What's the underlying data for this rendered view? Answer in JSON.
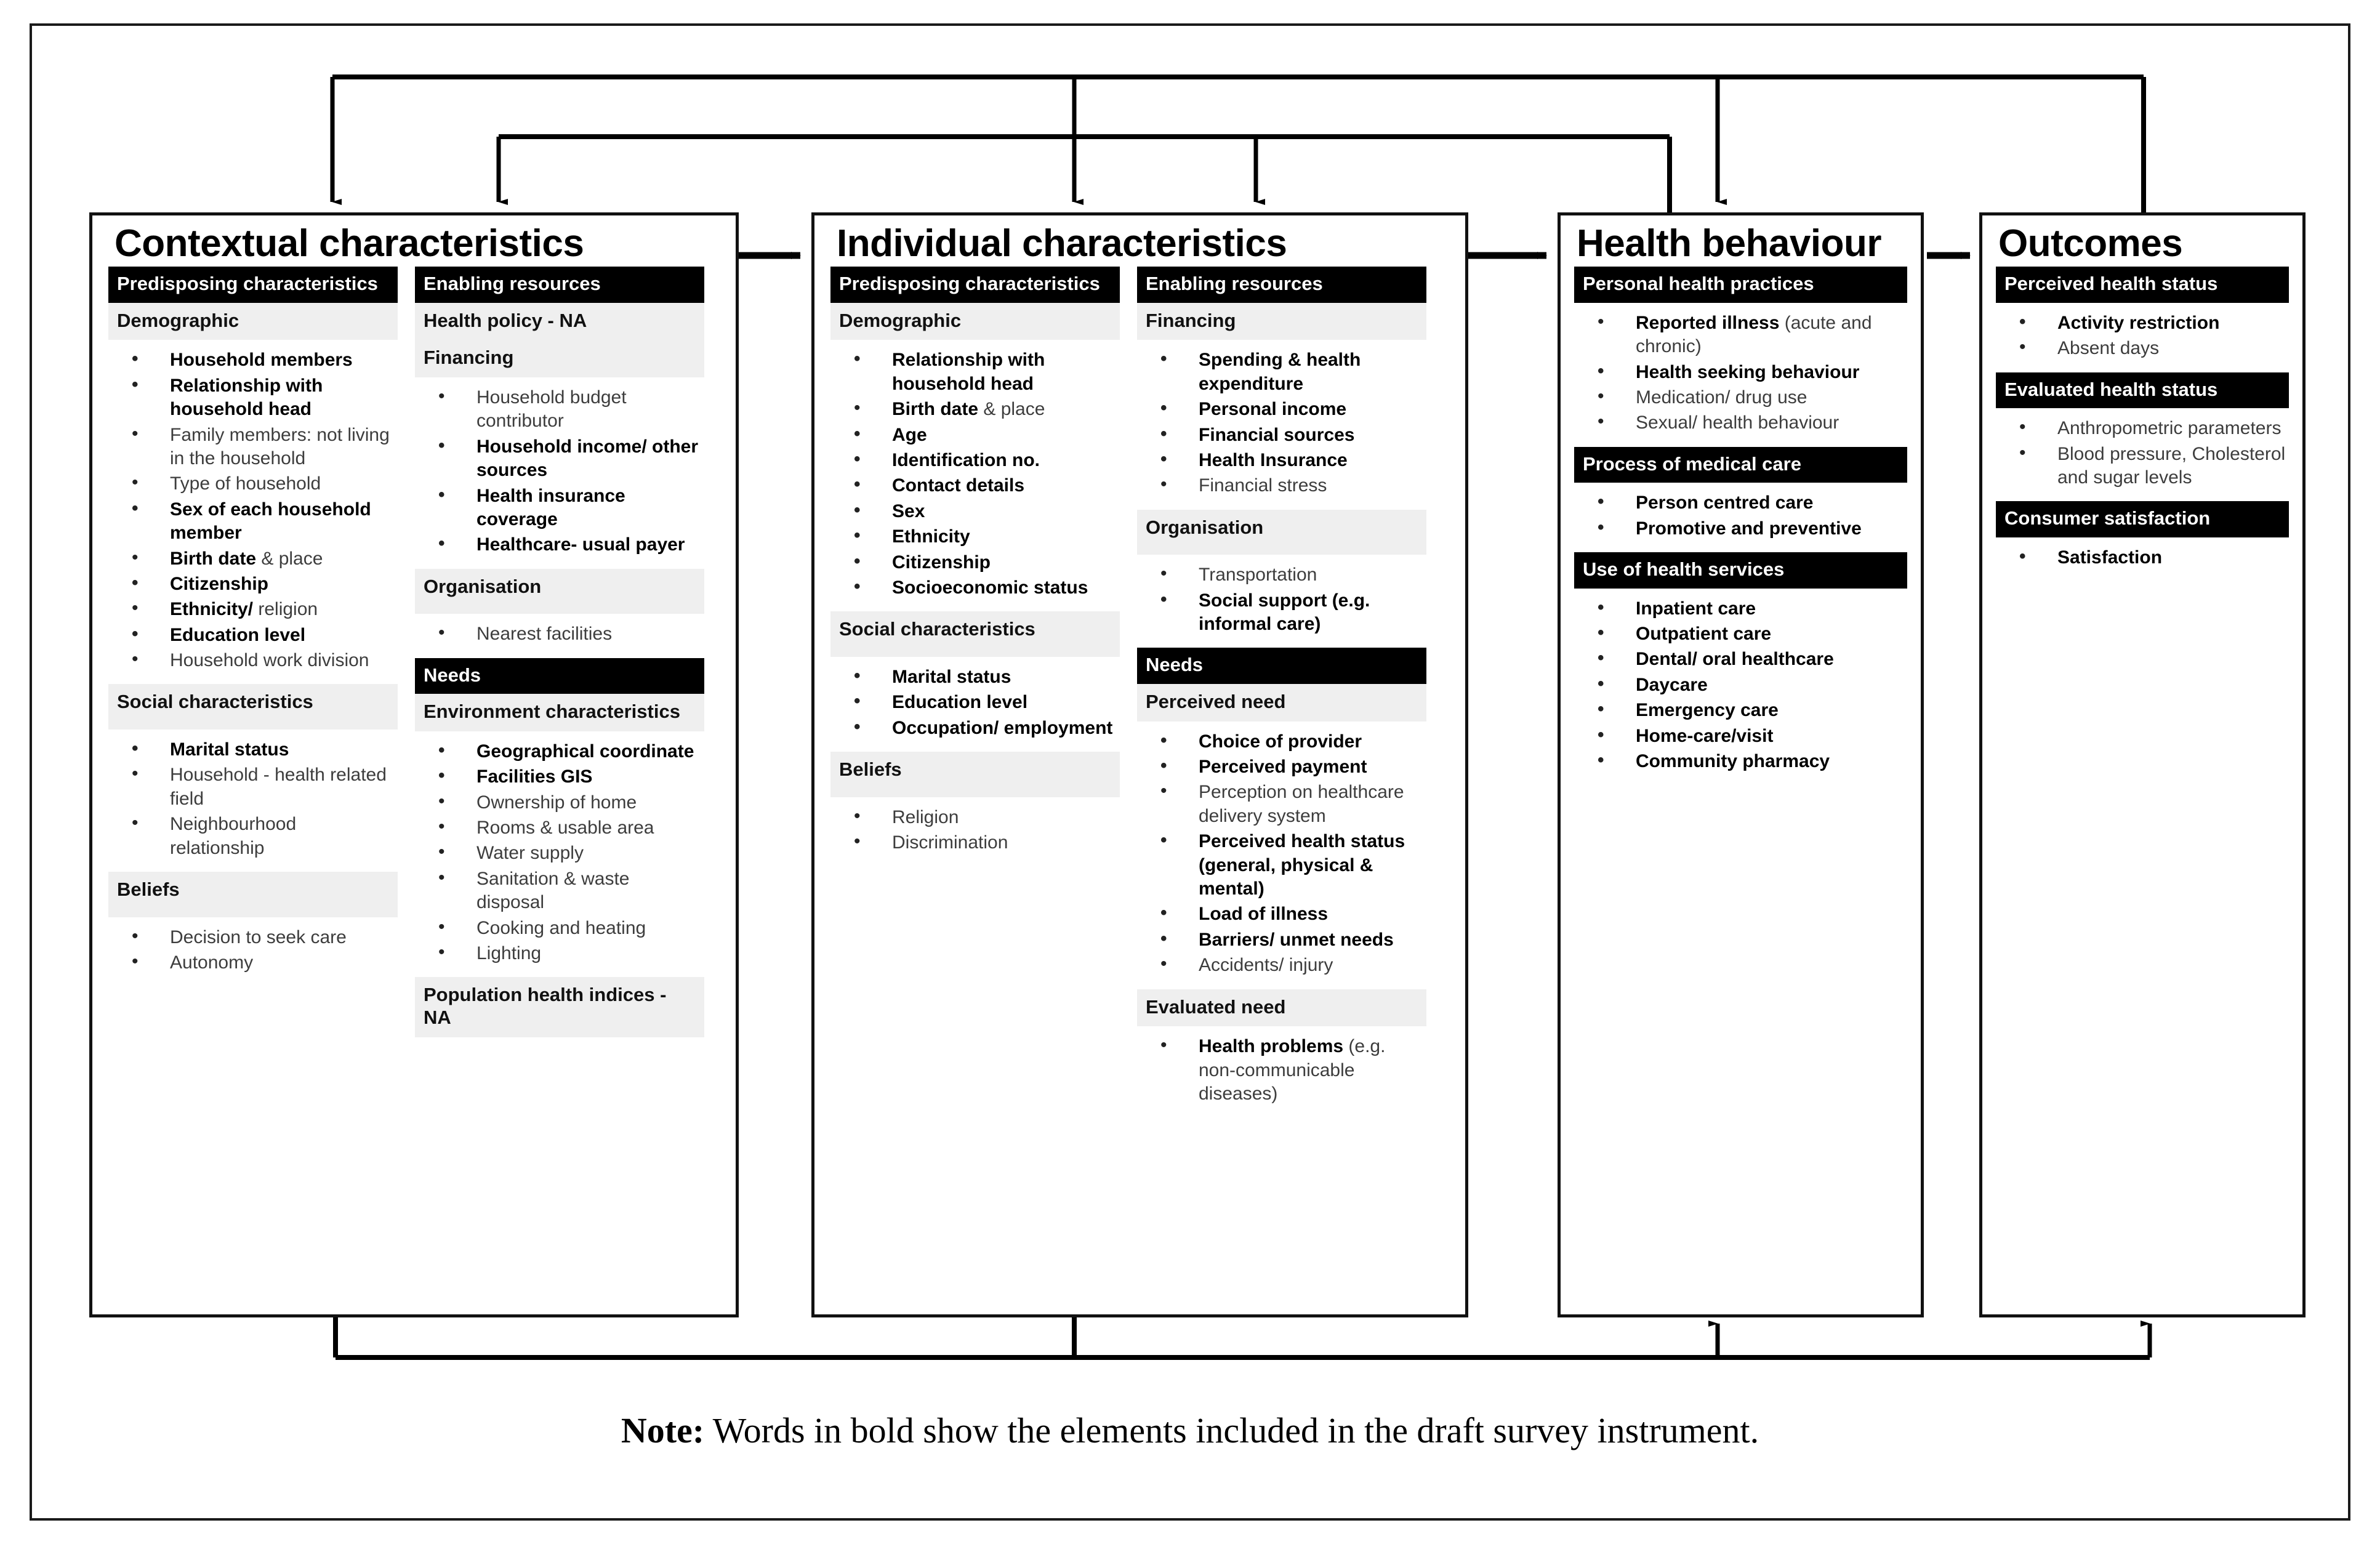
{
  "diagram": {
    "note_label": "Note:",
    "note_text": " Words in bold show the elements included in the draft survey instrument.",
    "boxes": [
      {
        "title": "Contextual characteristics",
        "columns": [
          {
            "sections": [
              {
                "header": "Predisposing characteristics",
                "style": "black"
              },
              {
                "header": "Demographic",
                "style": "grey",
                "items": [
                  {
                    "text": "Household members",
                    "bold": true
                  },
                  {
                    "text": "Relationship with household head",
                    "bold": true
                  },
                  {
                    "text": "Family members: not living in the household",
                    "bold": false
                  },
                  {
                    "text": "Type of household",
                    "bold": false
                  },
                  {
                    "text": "Sex of each household member",
                    "bold": true
                  },
                  {
                    "text": "Birth date & place",
                    "bold": true,
                    "bold_part": "Birth date",
                    "norm_part": " & place"
                  },
                  {
                    "text": "Citizenship",
                    "bold": true
                  },
                  {
                    "text": "Ethnicity/ religion",
                    "bold": true,
                    "bold_part": "Ethnicity/",
                    "norm_part": " religion"
                  },
                  {
                    "text": "Education level",
                    "bold": true
                  },
                  {
                    "text": "Household work division",
                    "bold": false
                  }
                ]
              },
              {
                "header": "Social characteristics",
                "style": "grey",
                "items": [
                  {
                    "text": "Marital status",
                    "bold": true
                  },
                  {
                    "text": "Household - health related field",
                    "bold": false
                  },
                  {
                    "text": "Neighbourhood relationship",
                    "bold": false
                  }
                ]
              },
              {
                "header": "Beliefs",
                "style": "grey",
                "items": [
                  {
                    "text": "Decision to seek care",
                    "bold": false
                  },
                  {
                    "text": "Autonomy",
                    "bold": false
                  }
                ]
              }
            ]
          },
          {
            "sections": [
              {
                "header": "Enabling resources",
                "style": "black"
              },
              {
                "header": "Health policy - NA",
                "style": "grey"
              },
              {
                "header": "Financing",
                "style": "grey",
                "items": [
                  {
                    "text": "Household budget contributor",
                    "bold": false
                  },
                  {
                    "text": "Household income/ other sources",
                    "bold": true
                  },
                  {
                    "text": "Health insurance coverage",
                    "bold": true
                  },
                  {
                    "text": "Healthcare- usual payer",
                    "bold": true
                  }
                ]
              },
              {
                "header": "Organisation",
                "style": "grey",
                "items": [
                  {
                    "text": "Nearest facilities",
                    "bold": false
                  }
                ]
              },
              {
                "header": "Needs",
                "style": "black"
              },
              {
                "header": "Environment characteristics",
                "style": "grey",
                "items": [
                  {
                    "text": "Geographical coordinate",
                    "bold": true
                  },
                  {
                    "text": "Facilities GIS",
                    "bold": true
                  },
                  {
                    "text": "Ownership of home",
                    "bold": false
                  },
                  {
                    "text": "Rooms & usable area",
                    "bold": false
                  },
                  {
                    "text": "Water supply",
                    "bold": false
                  },
                  {
                    "text": "Sanitation & waste disposal",
                    "bold": false
                  },
                  {
                    "text": "Cooking and heating",
                    "bold": false
                  },
                  {
                    "text": "Lighting",
                    "bold": false
                  }
                ]
              },
              {
                "header": "Population health indices - NA",
                "style": "grey"
              }
            ]
          }
        ]
      },
      {
        "title": "Individual characteristics",
        "columns": [
          {
            "sections": [
              {
                "header": "Predisposing characteristics",
                "style": "black"
              },
              {
                "header": "Demographic",
                "style": "grey",
                "items": [
                  {
                    "text": "Relationship with household head",
                    "bold": true
                  },
                  {
                    "text": "Birth date & place",
                    "bold": true,
                    "bold_part": "Birth date",
                    "norm_part": " & place"
                  },
                  {
                    "text": "Age",
                    "bold": true
                  },
                  {
                    "text": "Identification no.",
                    "bold": true
                  },
                  {
                    "text": "Contact details",
                    "bold": true
                  },
                  {
                    "text": "Sex",
                    "bold": true
                  },
                  {
                    "text": "Ethnicity",
                    "bold": true
                  },
                  {
                    "text": "Citizenship",
                    "bold": true
                  },
                  {
                    "text": "Socioeconomic status",
                    "bold": true
                  }
                ]
              },
              {
                "header": "Social characteristics",
                "style": "grey",
                "items": [
                  {
                    "text": "Marital status",
                    "bold": true
                  },
                  {
                    "text": "Education level",
                    "bold": true
                  },
                  {
                    "text": "Occupation/ employment",
                    "bold": true
                  }
                ]
              },
              {
                "header": "Beliefs",
                "style": "grey",
                "items": [
                  {
                    "text": "Religion",
                    "bold": false
                  },
                  {
                    "text": "Discrimination",
                    "bold": false
                  }
                ]
              }
            ]
          },
          {
            "sections": [
              {
                "header": "Enabling resources",
                "style": "black"
              },
              {
                "header": "Financing",
                "style": "grey",
                "items": [
                  {
                    "text": "Spending & health expenditure",
                    "bold": true
                  },
                  {
                    "text": "Personal income",
                    "bold": true
                  },
                  {
                    "text": "Financial sources",
                    "bold": true
                  },
                  {
                    "text": "Health Insurance",
                    "bold": true
                  },
                  {
                    "text": "Financial stress",
                    "bold": false
                  }
                ]
              },
              {
                "header": "Organisation",
                "style": "grey",
                "items": [
                  {
                    "text": "Transportation",
                    "bold": false
                  },
                  {
                    "text": "Social support (e.g. informal care)",
                    "bold": true
                  }
                ]
              },
              {
                "header": "Needs",
                "style": "black"
              },
              {
                "header": "Perceived need",
                "style": "grey",
                "items": [
                  {
                    "text": "Choice of provider",
                    "bold": true
                  },
                  {
                    "text": "Perceived payment",
                    "bold": true
                  },
                  {
                    "text": "Perception on healthcare delivery system",
                    "bold": false
                  },
                  {
                    "text": "Perceived health status (general, physical & mental)",
                    "bold": true
                  },
                  {
                    "text": "Load of illness",
                    "bold": true
                  },
                  {
                    "text": "Barriers/ unmet needs",
                    "bold": true
                  },
                  {
                    "text": "Accidents/ injury",
                    "bold": false
                  }
                ]
              },
              {
                "header": "Evaluated need",
                "style": "grey",
                "items": [
                  {
                    "text": "Health problems (e.g. non-communicable diseases)",
                    "bold": true,
                    "bold_part": "Health problems",
                    "norm_part": " (e.g. non-communicable diseases)"
                  }
                ]
              }
            ]
          }
        ]
      },
      {
        "title": "Health behaviour",
        "columns": [
          {
            "sections": [
              {
                "header": "Personal health practices",
                "style": "black",
                "items": [
                  {
                    "text": "Reported illness (acute and chronic)",
                    "bold": true,
                    "bold_part": "Reported illness",
                    "norm_part": " (acute and chronic)"
                  },
                  {
                    "text": "Health seeking behaviour",
                    "bold": true
                  },
                  {
                    "text": "Medication/ drug use",
                    "bold": false
                  },
                  {
                    "text": "Sexual/ health behaviour",
                    "bold": false
                  }
                ]
              },
              {
                "header": "Process of medical care",
                "style": "black",
                "items": [
                  {
                    "text": "Person centred care",
                    "bold": true
                  },
                  {
                    "text": "Promotive and preventive",
                    "bold": true
                  }
                ]
              },
              {
                "header": "Use of health services",
                "style": "black",
                "items": [
                  {
                    "text": "Inpatient care",
                    "bold": true
                  },
                  {
                    "text": "Outpatient care",
                    "bold": true
                  },
                  {
                    "text": "Dental/ oral healthcare",
                    "bold": true
                  },
                  {
                    "text": "Daycare",
                    "bold": true
                  },
                  {
                    "text": "Emergency care",
                    "bold": true
                  },
                  {
                    "text": "Home-care/visit",
                    "bold": true
                  },
                  {
                    "text": "Community pharmacy",
                    "bold": true
                  }
                ]
              }
            ]
          }
        ]
      },
      {
        "title": "Outcomes",
        "columns": [
          {
            "sections": [
              {
                "header": "Perceived health status",
                "style": "black",
                "items": [
                  {
                    "text": "Activity restriction",
                    "bold": true
                  },
                  {
                    "text": "Absent days",
                    "bold": false
                  }
                ]
              },
              {
                "header": "Evaluated health status",
                "style": "black",
                "items": [
                  {
                    "text": "Anthropometric parameters",
                    "bold": false
                  },
                  {
                    "text": "Blood pressure, Cholesterol and sugar levels",
                    "bold": false
                  }
                ]
              },
              {
                "header": "Consumer satisfaction",
                "style": "black",
                "items": [
                  {
                    "text": "Satisfaction",
                    "bold": true
                  }
                ]
              }
            ]
          }
        ]
      }
    ]
  }
}
